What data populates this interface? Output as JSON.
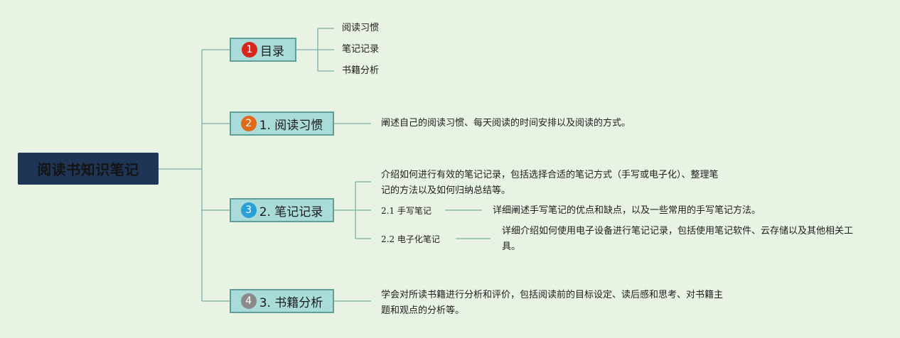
{
  "root": {
    "label": "阅读书知识笔记"
  },
  "branches": [
    {
      "num": "1",
      "num_color": "#d9261c",
      "label": "目录",
      "children": [
        "阅读习惯",
        "笔记记录",
        "书籍分析"
      ]
    },
    {
      "num": "2",
      "num_color": "#e06a1a",
      "label": "1. 阅读习惯",
      "desc": "阐述自己的阅读习惯、每天阅读的时间安排以及阅读的方式。"
    },
    {
      "num": "3",
      "num_color": "#2a9fd8",
      "label": "2. 笔记记录",
      "desc": "介绍如何进行有效的笔记记录，包括选择合适的笔记方式（手写或电子化）、整理笔记的方法以及如何归纳总结等。",
      "subs": [
        {
          "label": "2.1 手写笔记",
          "desc": "详细阐述手写笔记的优点和缺点，以及一些常用的手写笔记方法。"
        },
        {
          "label": "2.2 电子化笔记",
          "desc": "详细介绍如何使用电子设备进行笔记记录，包括使用笔记软件、云存储以及其他相关工具。"
        }
      ]
    },
    {
      "num": "4",
      "num_color": "#8a8a8a",
      "label": "3. 书籍分析",
      "desc": "学会对所读书籍进行分析和评价，包括阅读前的目标设定、读后感和思考、对书籍主题和观点的分析等。"
    }
  ],
  "colors": {
    "background": "#e8f3e4",
    "root_fill": "#1f3556",
    "branch_fill": "#a9dbd9",
    "line": "#5f9f9a"
  }
}
